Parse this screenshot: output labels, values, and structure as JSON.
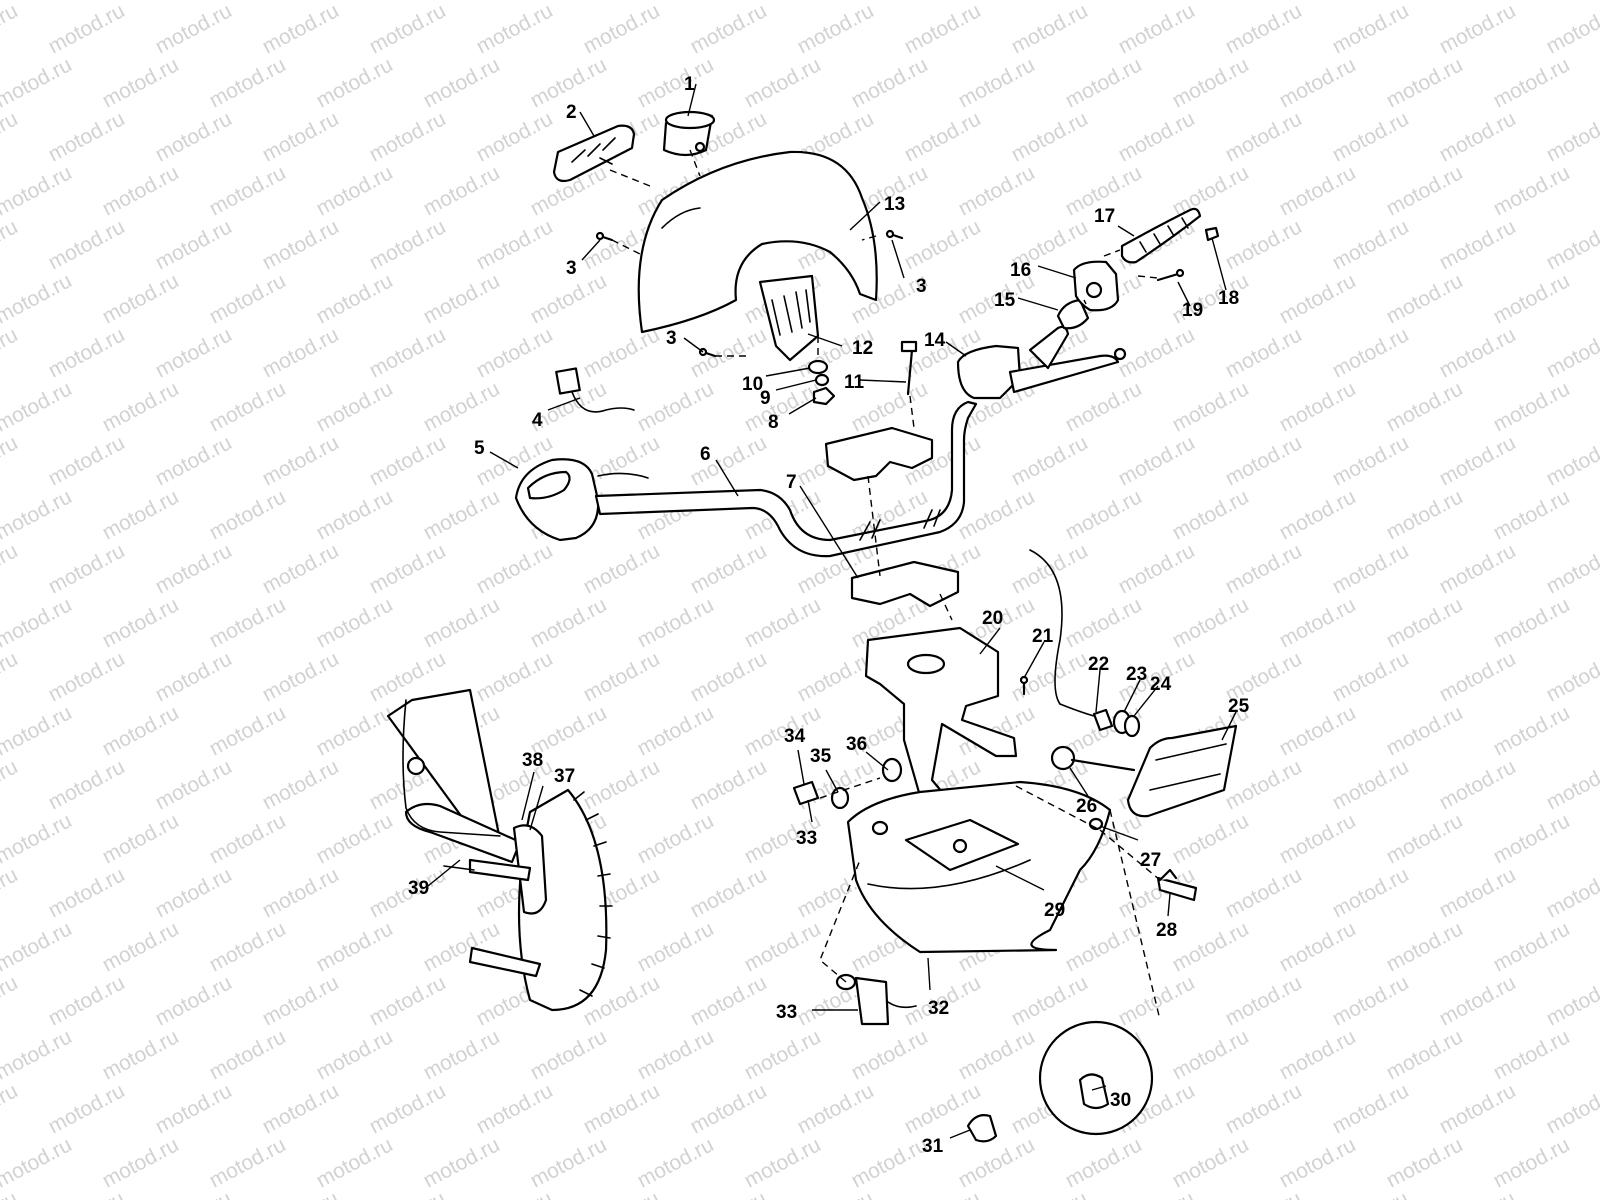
{
  "watermark": {
    "text": "motod.ru",
    "color": "#d2d2d2"
  },
  "line_color": "#000000",
  "background": "#ffffff",
  "callouts": [
    {
      "id": "c1",
      "label": "1"
    },
    {
      "id": "c2",
      "label": "2"
    },
    {
      "id": "c3a",
      "label": "3"
    },
    {
      "id": "c3b",
      "label": "3"
    },
    {
      "id": "c3c",
      "label": "3"
    },
    {
      "id": "c4",
      "label": "4"
    },
    {
      "id": "c5",
      "label": "5"
    },
    {
      "id": "c6",
      "label": "6"
    },
    {
      "id": "c7",
      "label": "7"
    },
    {
      "id": "c8",
      "label": "8"
    },
    {
      "id": "c9",
      "label": "9"
    },
    {
      "id": "c10",
      "label": "10"
    },
    {
      "id": "c11",
      "label": "11"
    },
    {
      "id": "c12",
      "label": "12"
    },
    {
      "id": "c13",
      "label": "13"
    },
    {
      "id": "c14",
      "label": "14"
    },
    {
      "id": "c15",
      "label": "15"
    },
    {
      "id": "c16",
      "label": "16"
    },
    {
      "id": "c17",
      "label": "17"
    },
    {
      "id": "c18",
      "label": "18"
    },
    {
      "id": "c19",
      "label": "19"
    },
    {
      "id": "c20",
      "label": "20"
    },
    {
      "id": "c21",
      "label": "21"
    },
    {
      "id": "c22",
      "label": "22"
    },
    {
      "id": "c23",
      "label": "23"
    },
    {
      "id": "c24",
      "label": "24"
    },
    {
      "id": "c25",
      "label": "25"
    },
    {
      "id": "c26",
      "label": "26"
    },
    {
      "id": "c27",
      "label": "27"
    },
    {
      "id": "c28",
      "label": "28"
    },
    {
      "id": "c29",
      "label": "29"
    },
    {
      "id": "c30",
      "label": "30"
    },
    {
      "id": "c31",
      "label": "31"
    },
    {
      "id": "c32",
      "label": "32"
    },
    {
      "id": "c33a",
      "label": "33"
    },
    {
      "id": "c33b",
      "label": "33"
    },
    {
      "id": "c34",
      "label": "34"
    },
    {
      "id": "c35",
      "label": "35"
    },
    {
      "id": "c36",
      "label": "36"
    },
    {
      "id": "c37",
      "label": "37"
    },
    {
      "id": "c38",
      "label": "38"
    },
    {
      "id": "c39",
      "label": "39"
    }
  ]
}
